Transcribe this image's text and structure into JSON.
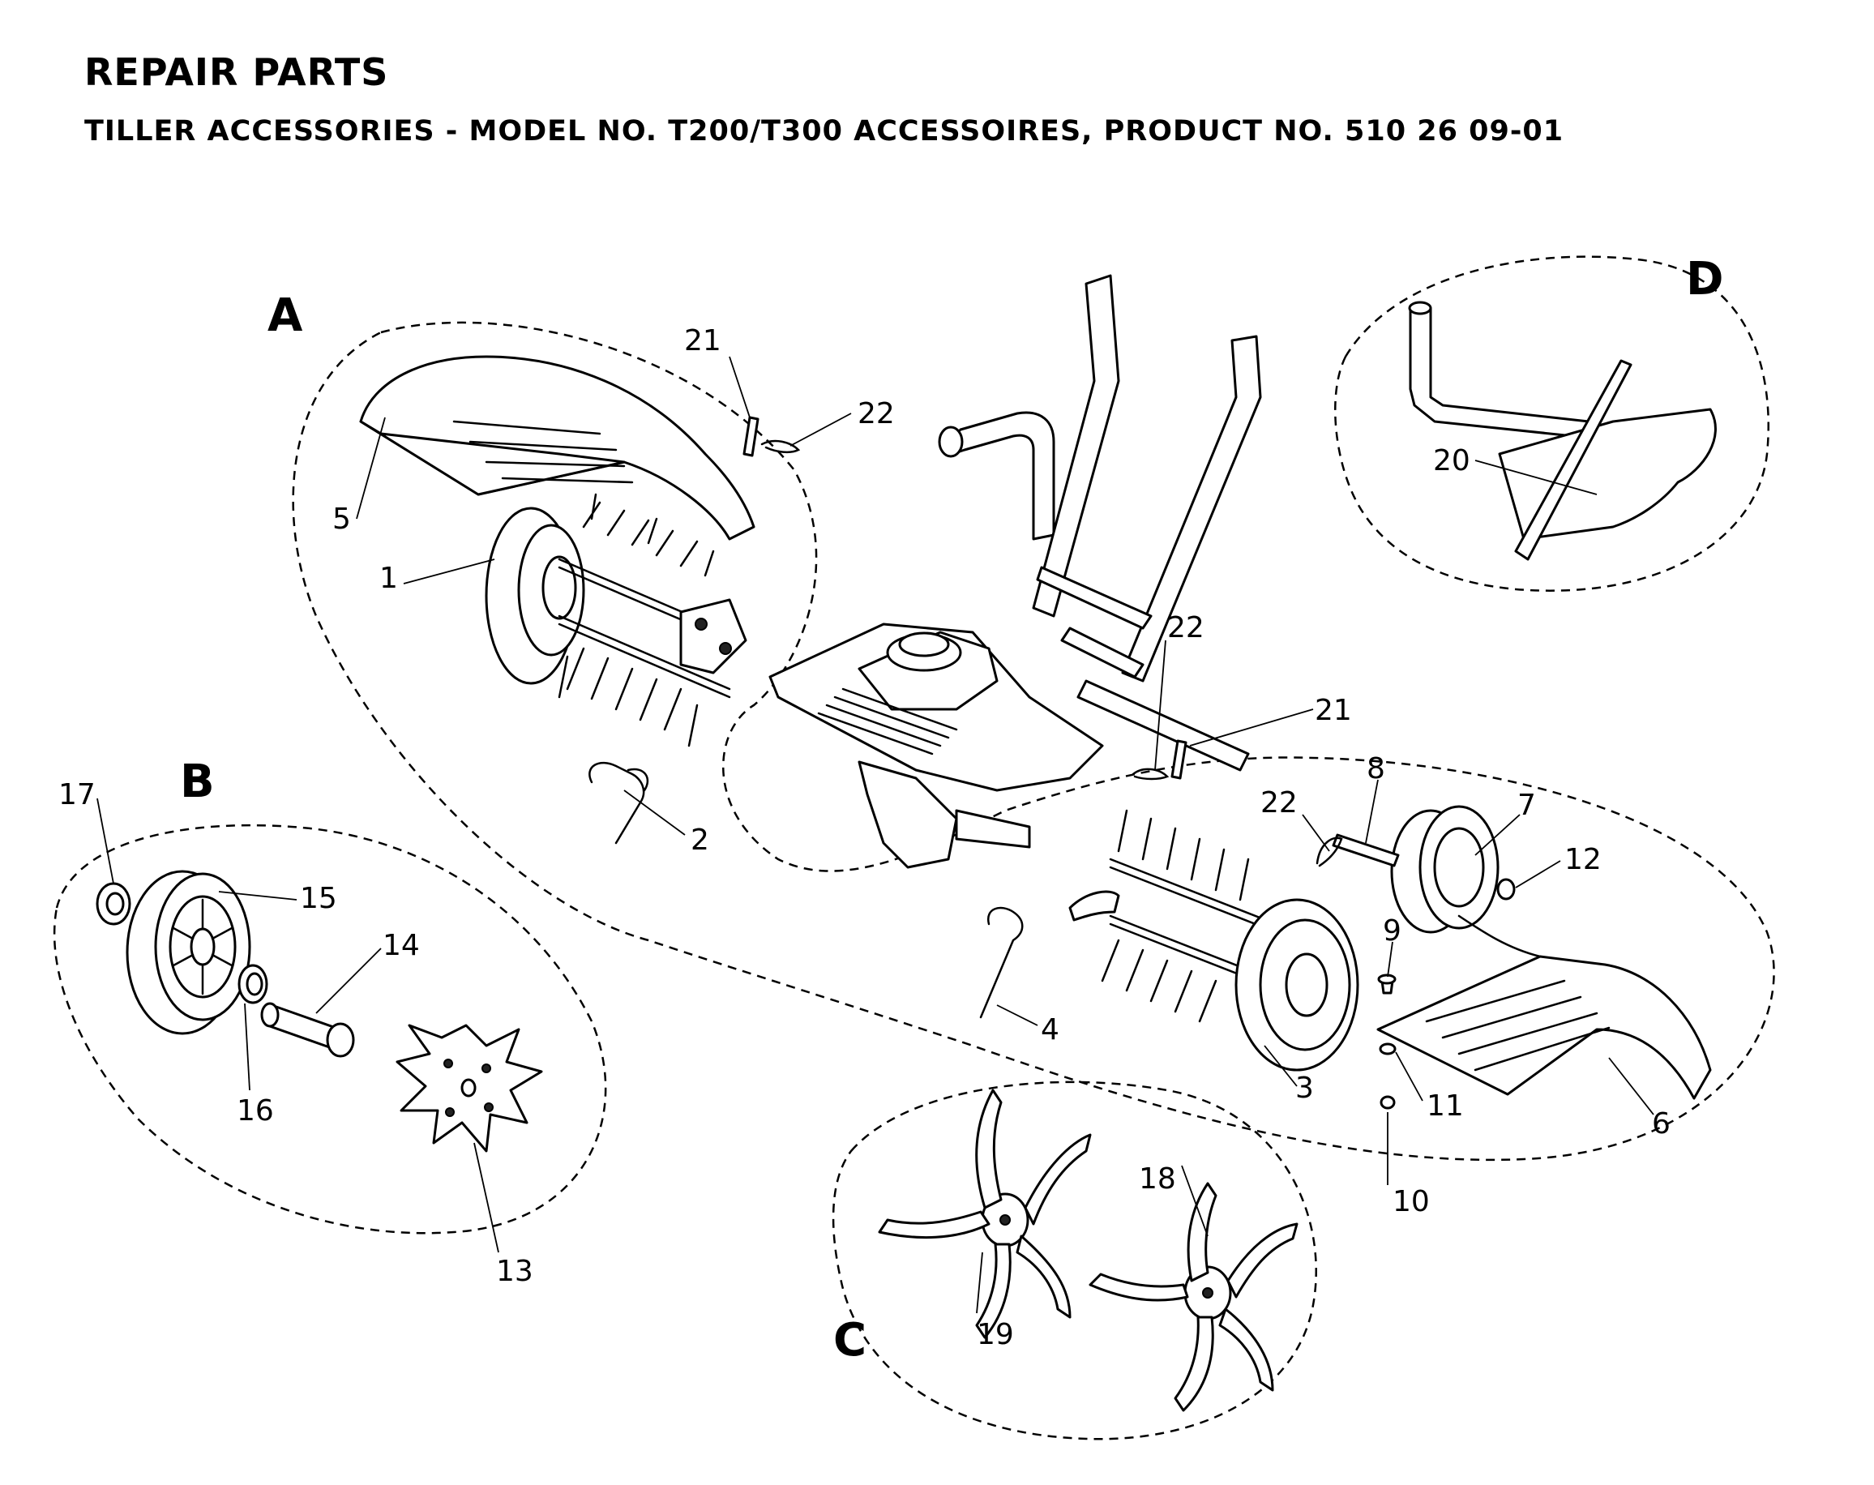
{
  "header": {
    "title": "REPAIR PARTS",
    "subtitle": "TILLER ACCESSORIES - MODEL NO. T200/T300 ACCESSOIRES, PRODUCT NO. 510 26 09-01"
  },
  "groups": {
    "A": "A",
    "B": "B",
    "C": "C",
    "D": "D"
  },
  "callouts": {
    "c1": "1",
    "c2": "2",
    "c3": "3",
    "c4": "4",
    "c5": "5",
    "c6": "6",
    "c7": "7",
    "c8": "8",
    "c9": "9",
    "c10": "10",
    "c11": "11",
    "c12": "12",
    "c13": "13",
    "c14": "14",
    "c15": "15",
    "c16": "16",
    "c17": "17",
    "c18": "18",
    "c19": "19",
    "c20": "20",
    "c21a": "21",
    "c21b": "21",
    "c22a": "22",
    "c22b": "22",
    "c22c": "22"
  }
}
